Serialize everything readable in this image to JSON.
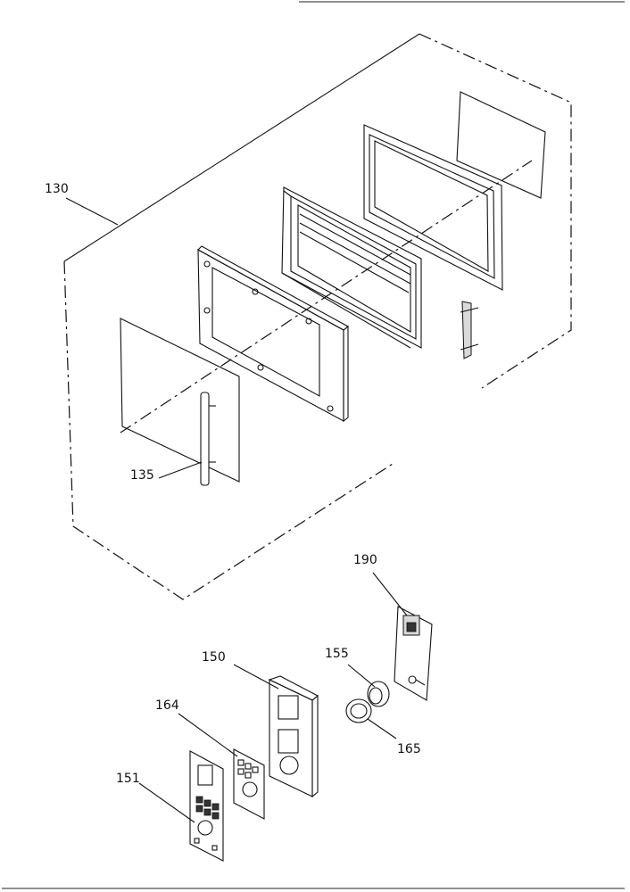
{
  "labels": {
    "l130": "130",
    "l135": "135",
    "l190": "190",
    "l155": "155",
    "l150": "150",
    "l164": "164",
    "l165": "165",
    "l151": "151"
  }
}
